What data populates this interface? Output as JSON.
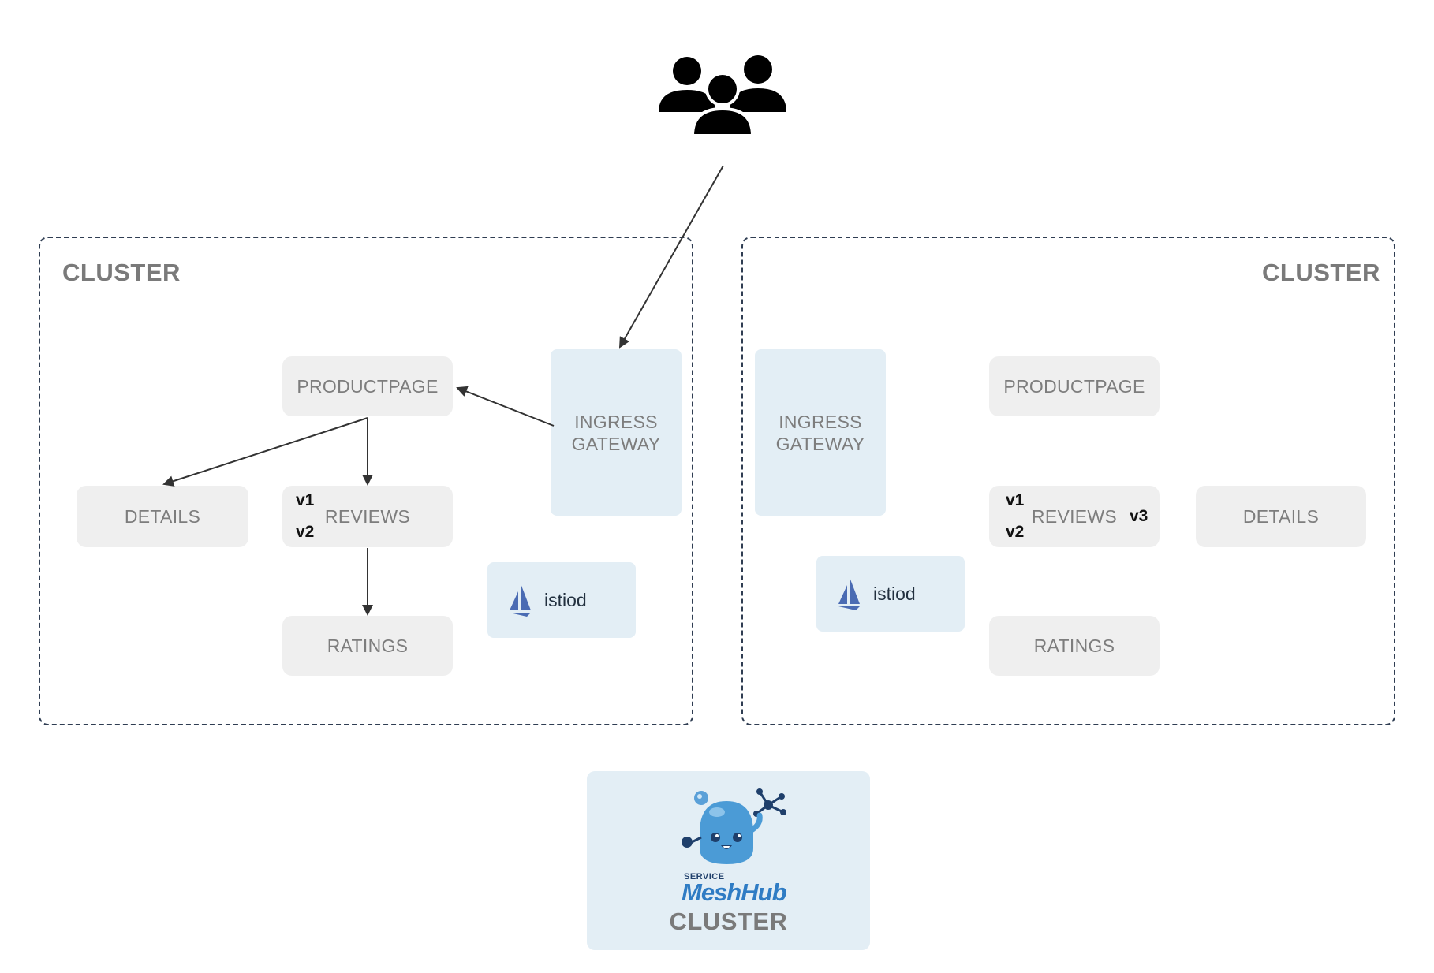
{
  "users": {
    "icon": "users-group-icon"
  },
  "left_cluster": {
    "title": "CLUSTER",
    "productpage": "PRODUCTPAGE",
    "details": "DETAILS",
    "reviews": "REVIEWS",
    "ratings": "RATINGS",
    "gateway": "INGRESS\nGATEWAY",
    "istiod": "istiod",
    "versions": [
      "v1",
      "v2"
    ]
  },
  "right_cluster": {
    "title": "CLUSTER",
    "productpage": "PRODUCTPAGE",
    "details": "DETAILS",
    "reviews": "REVIEWS",
    "ratings": "RATINGS",
    "gateway": "INGRESS\nGATEWAY",
    "istiod": "istiod",
    "versions": [
      "v1",
      "v2",
      "v3"
    ]
  },
  "management": {
    "logo_small": "SERVICE",
    "logo_main": "MeshHub",
    "title": "CLUSTER"
  },
  "colors": {
    "dashed_border": "#2f3d52",
    "service_box": "#efefef",
    "gateway_box": "#e3eef5",
    "arrow": "#333333",
    "istio_sail": "#4a6bb3"
  }
}
